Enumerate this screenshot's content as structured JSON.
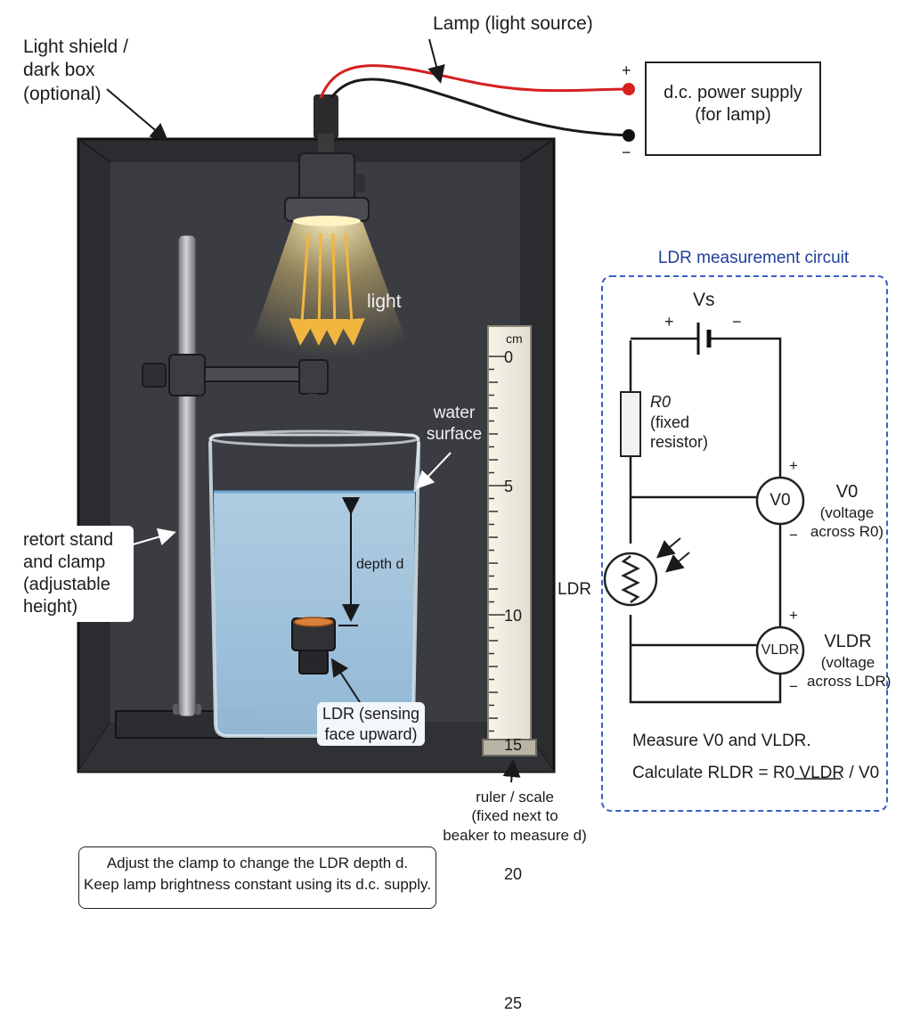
{
  "labels": {
    "light_shield": [
      "Light shield /",
      "dark box",
      "(optional)"
    ],
    "lamp": "Lamp (light source)",
    "power_supply": [
      "d.c. power supply",
      "(for lamp)"
    ],
    "plus_sign": "+",
    "minus_sign": "−",
    "light": "light",
    "water_surface": [
      "water",
      "surface"
    ],
    "retort_stand": [
      "retort stand",
      "and clamp",
      "(adjustable",
      "height)"
    ],
    "depth": "depth d",
    "ldr_sensor": [
      "LDR (sensing",
      "face upward)"
    ],
    "ruler_unit": "cm",
    "ruler_ticks": [
      "0",
      "5",
      "10",
      "15",
      "20",
      "25"
    ],
    "ruler_note": [
      "ruler / scale",
      "(fixed next to",
      "beaker to measure d)"
    ],
    "instructions": [
      "Adjust the clamp to change the LDR depth d.",
      "Keep lamp brightness constant using its d.c. supply."
    ]
  },
  "circuit": {
    "title": "LDR measurement circuit",
    "vs": "Vs",
    "batt_plus": "+",
    "batt_minus": "−",
    "r0_label": [
      "R0",
      "(fixed",
      "resistor)"
    ],
    "v0_meter": "V0",
    "v0_label": [
      "V0",
      "(voltage",
      "across R0)"
    ],
    "meter_plus": "+",
    "meter_minus": "−",
    "ldr_label": "LDR",
    "vldr_meter": "VLDR",
    "vldr_label": [
      "VLDR",
      "(voltage",
      "across LDR)"
    ],
    "measure_text": "Measure V0 and VLDR.",
    "calculate_text": "Calculate RLDR = R0 VLDR / V0"
  },
  "colors": {
    "box": "#2b2d31",
    "box_inner": "#34363b",
    "water": "#a9cde8",
    "positive_wire": "#d62020",
    "negative_wire": "#1a1a1a",
    "light_ray": "#f2b640",
    "circuit_border": "#3a5fc8",
    "circuit_title": "#1f3f99"
  }
}
